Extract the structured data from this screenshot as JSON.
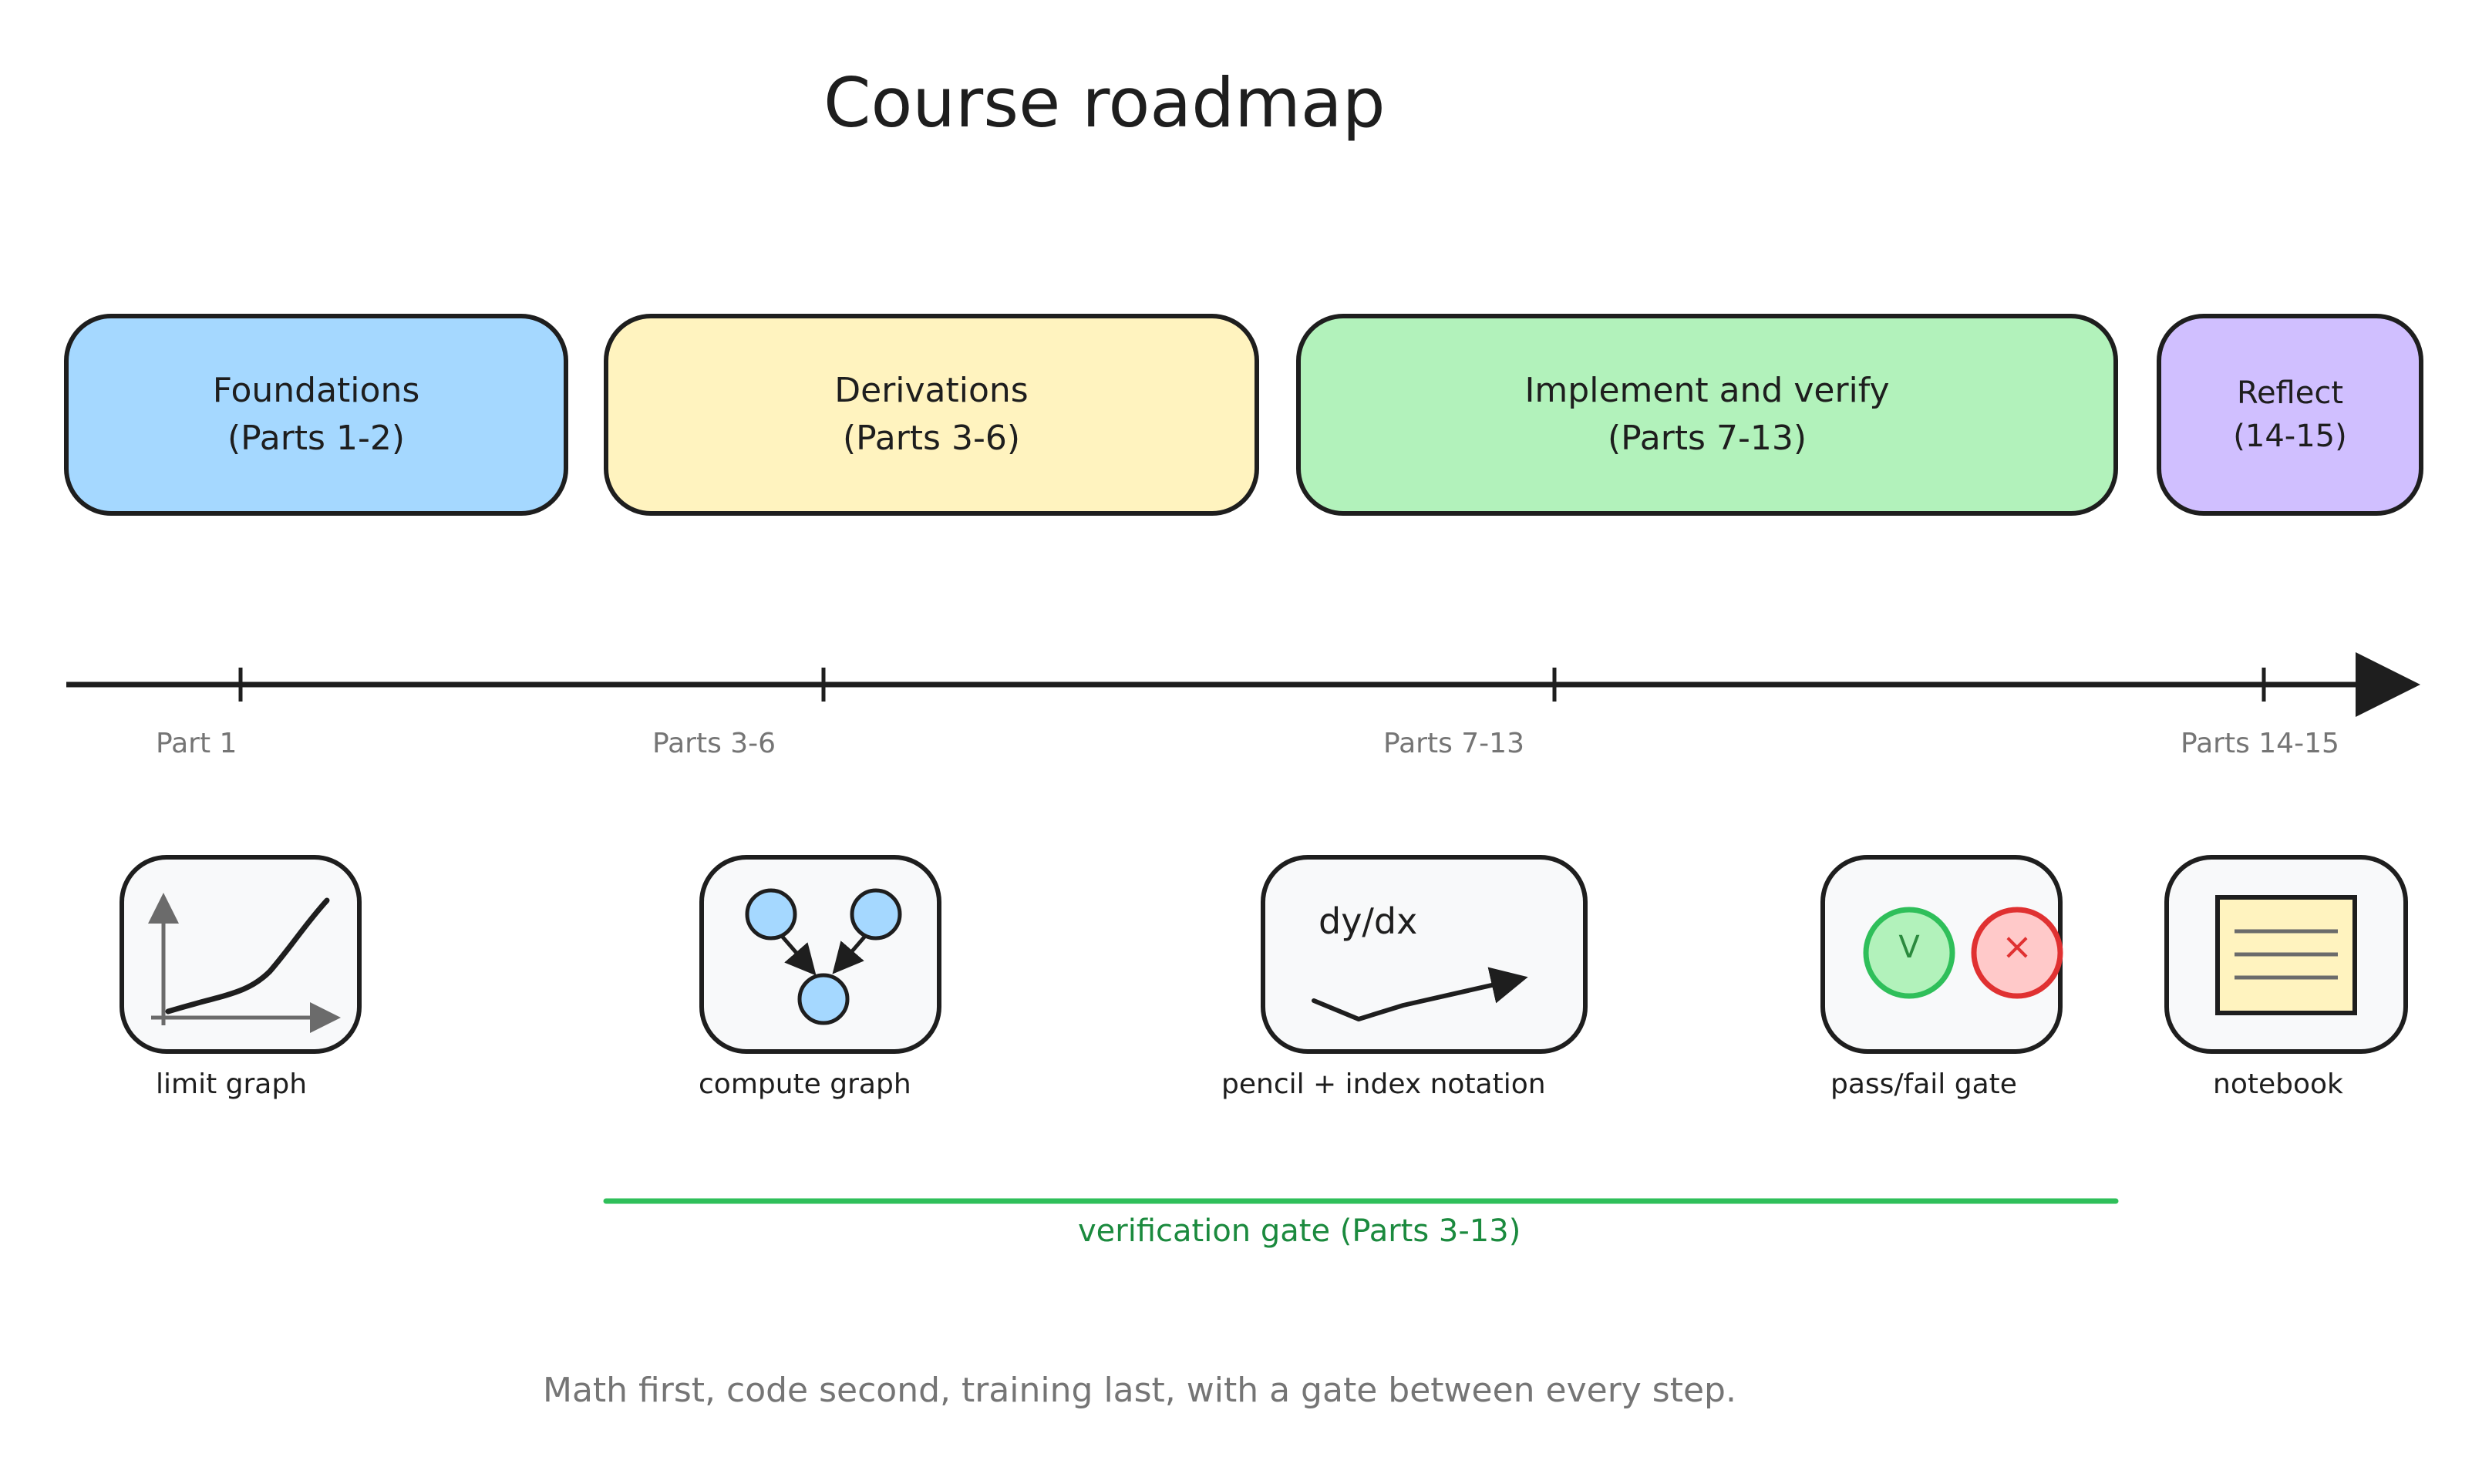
{
  "title": "Course roadmap",
  "colors": {
    "foundations": "#a5d8ff",
    "derivations": "#fff3bf",
    "implement": "#b2f2bb",
    "reflect": "#d0bfff",
    "icon_bg": "#f8f9fa",
    "stroke": "#1e1e1e",
    "gate_line": "#2fbf5a",
    "gate_text": "#1b8a3e",
    "muted_text": "#757575",
    "pass": "#b2f2bb",
    "fail": "#ffc9c9",
    "note": "#fff3bf"
  },
  "phases": [
    {
      "line1": "Foundations",
      "line2": "(Parts 1-2)"
    },
    {
      "line1": "Derivations",
      "line2": "(Parts 3-6)"
    },
    {
      "line1": "Implement and verify",
      "line2": "(Parts 7-13)"
    },
    {
      "line1": "Reflect",
      "line2": "(14-15)"
    }
  ],
  "timeline": {
    "ticks": [
      "Part 1",
      "Parts 3-6",
      "Parts 7-13",
      "Parts 14-15"
    ]
  },
  "icons": [
    {
      "label": "limit graph",
      "icon": "line-graph-icon"
    },
    {
      "label": "compute graph",
      "icon": "compute-graph-icon"
    },
    {
      "label": "pencil + index notation",
      "icon": "pencil-notation-icon",
      "text": "dy/dx"
    },
    {
      "label": "pass/fail gate",
      "icon": "pass-fail-icon",
      "pass_symbol": "V",
      "fail_symbol": "×"
    },
    {
      "label": "notebook",
      "icon": "notebook-icon"
    }
  ],
  "gate": {
    "label": "verification gate (Parts 3-13)"
  },
  "footer": "Math first, code second, training last, with a gate between every step."
}
